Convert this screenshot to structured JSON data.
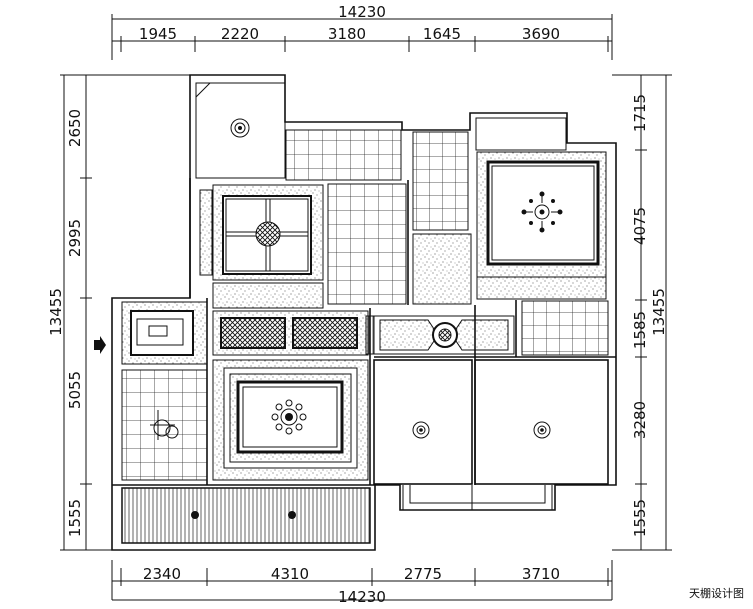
{
  "dimensions": {
    "top_total": "14230",
    "bottom_total": "14230",
    "top_segments": [
      "1945",
      "2220",
      "3180",
      "1645",
      "3690"
    ],
    "bottom_segments": [
      "2340",
      "4310",
      "2775",
      "3710"
    ],
    "left_total": "13455",
    "left_segments": [
      "2650",
      "2995",
      "5055",
      "1555"
    ],
    "right_total": "13455",
    "right_segments": [
      "1715",
      "4075",
      "1585",
      "3280",
      "1555"
    ]
  },
  "caption": "天棚设计图"
}
